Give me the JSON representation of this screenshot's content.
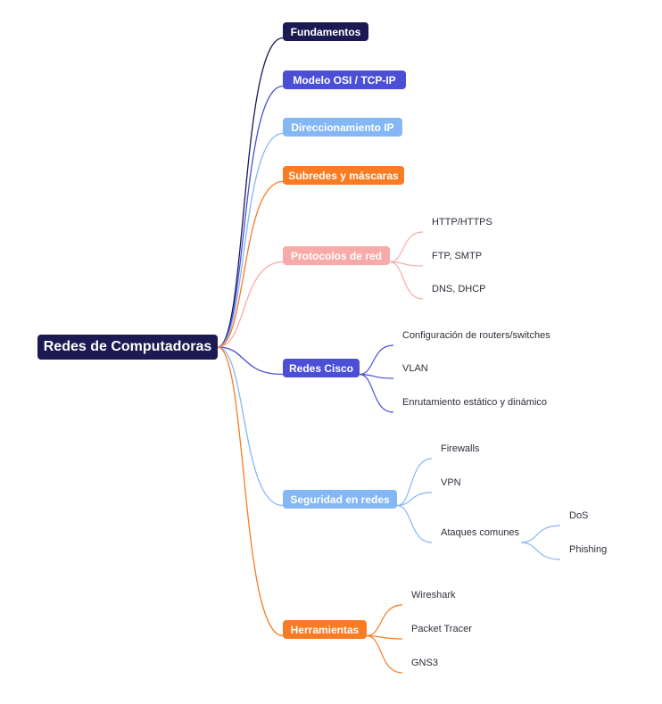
{
  "colors": {
    "navy": "#1c1a52",
    "indigo": "#4b4fd6",
    "sky": "#84b7f6",
    "orange": "#f97b22",
    "pink": "#f7aaa8",
    "text": "#2e2e3a"
  },
  "root": {
    "label": "Redes de Computadoras"
  },
  "branches": [
    {
      "id": "fundamentos",
      "label": "Fundamentos",
      "color": "navy",
      "children": []
    },
    {
      "id": "modelo-osi",
      "label": "Modelo OSI / TCP-IP",
      "color": "indigo",
      "children": []
    },
    {
      "id": "direccionamiento",
      "label": "Direccionamiento IP",
      "color": "sky",
      "children": []
    },
    {
      "id": "subredes",
      "label": "Subredes y máscaras",
      "color": "orange",
      "children": []
    },
    {
      "id": "protocolos",
      "label": "Protocolos de red",
      "color": "pink",
      "children": [
        {
          "label": "HTTP/HTTPS"
        },
        {
          "label": "FTP, SMTP"
        },
        {
          "label": "DNS, DHCP"
        }
      ]
    },
    {
      "id": "cisco",
      "label": "Redes Cisco",
      "color": "indigo",
      "children": [
        {
          "label": "Configuración de routers/switches"
        },
        {
          "label": "VLAN"
        },
        {
          "label": "Enrutamiento estático y dinámico"
        }
      ]
    },
    {
      "id": "seguridad",
      "label": "Seguridad en redes",
      "color": "sky",
      "children": [
        {
          "label": "Firewalls"
        },
        {
          "label": "VPN"
        },
        {
          "label": "Ataques comunes",
          "children": [
            {
              "label": "DoS"
            },
            {
              "label": "Phishing"
            }
          ]
        }
      ]
    },
    {
      "id": "herramientas",
      "label": "Herramientas",
      "color": "orange",
      "children": [
        {
          "label": "Wireshark"
        },
        {
          "label": "Packet Tracer"
        },
        {
          "label": "GNS3"
        }
      ]
    }
  ]
}
